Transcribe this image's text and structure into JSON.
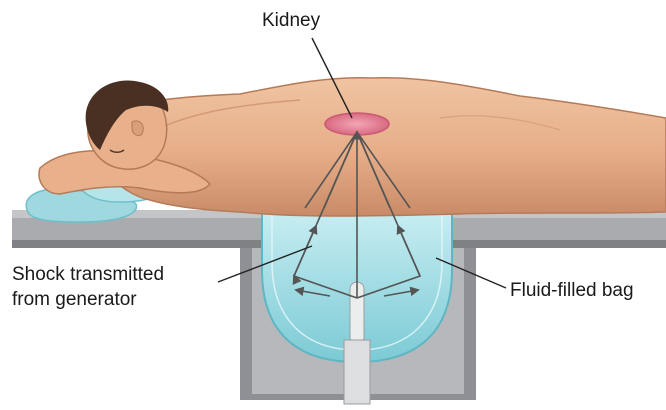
{
  "labels": {
    "kidney": "Kidney",
    "shock_line1": "Shock transmitted",
    "shock_line2": "from generator",
    "fluid_bag": "Fluid-filled bag"
  },
  "colors": {
    "skin": "#e9b38f",
    "skin_shadow": "#c98b67",
    "hair": "#4a3022",
    "kidney": "#e07a8f",
    "fluid": "#a8dfe6",
    "fluid_dark": "#6fc3cf",
    "table": "#a7a9ad",
    "table_dark": "#7f8185",
    "arrows": "#555555",
    "leader_lines": "#222222"
  }
}
